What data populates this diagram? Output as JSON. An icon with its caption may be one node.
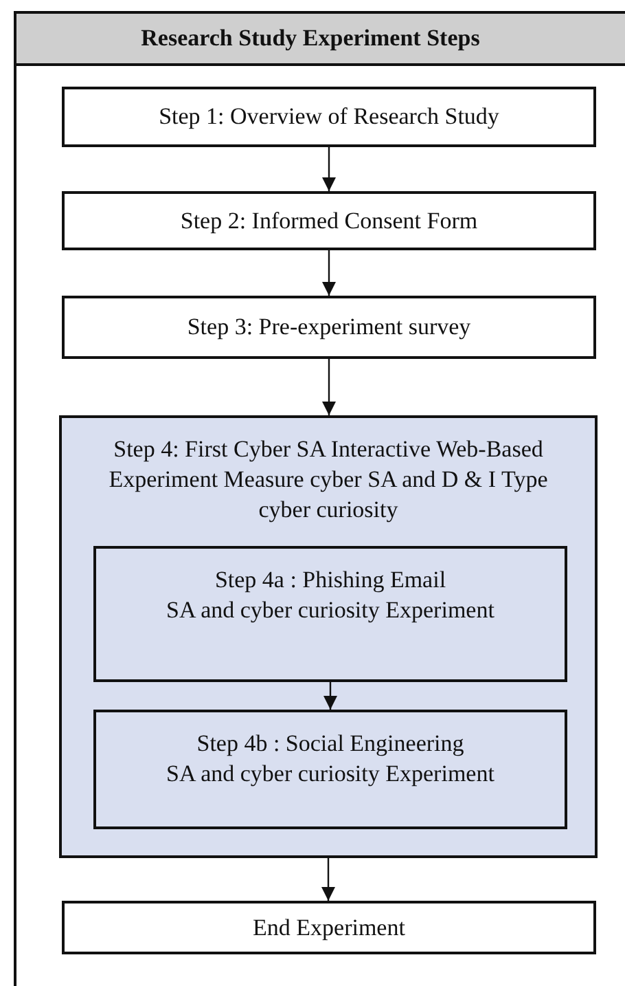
{
  "diagram": {
    "title": "Research Study Experiment Steps",
    "nodes": [
      {
        "text": [
          "Step 1: Overview of Research Study"
        ]
      },
      {
        "text": [
          "Step 2: Informed Consent Form"
        ]
      },
      {
        "text": [
          "Step 3: Pre-experiment survey"
        ]
      },
      {
        "text": [
          "Step 4: First Cyber SA Interactive Web-Based Experiment  Measure cyber SA and D & I Type cyber curiosity"
        ]
      },
      {
        "text": [
          "Step 4a : Phishing Email",
          "SA and cyber curiosity Experiment"
        ],
        "in": 3
      },
      {
        "text": [
          "Step 4b : Social Engineering",
          "SA and cyber curiosity Experiment"
        ],
        "in": 3
      },
      {
        "text": [
          "End Experiment"
        ]
      }
    ],
    "edges": [
      {
        "from": 0,
        "to": 1,
        "arrow": "to"
      },
      {
        "from": 1,
        "to": 2,
        "arrow": "to"
      },
      {
        "from": 2,
        "to": 3,
        "arrow": "to"
      },
      {
        "from": 4,
        "to": 5,
        "arrow": "to"
      },
      {
        "from": 3,
        "to": 6,
        "arrow": "to"
      }
    ]
  }
}
